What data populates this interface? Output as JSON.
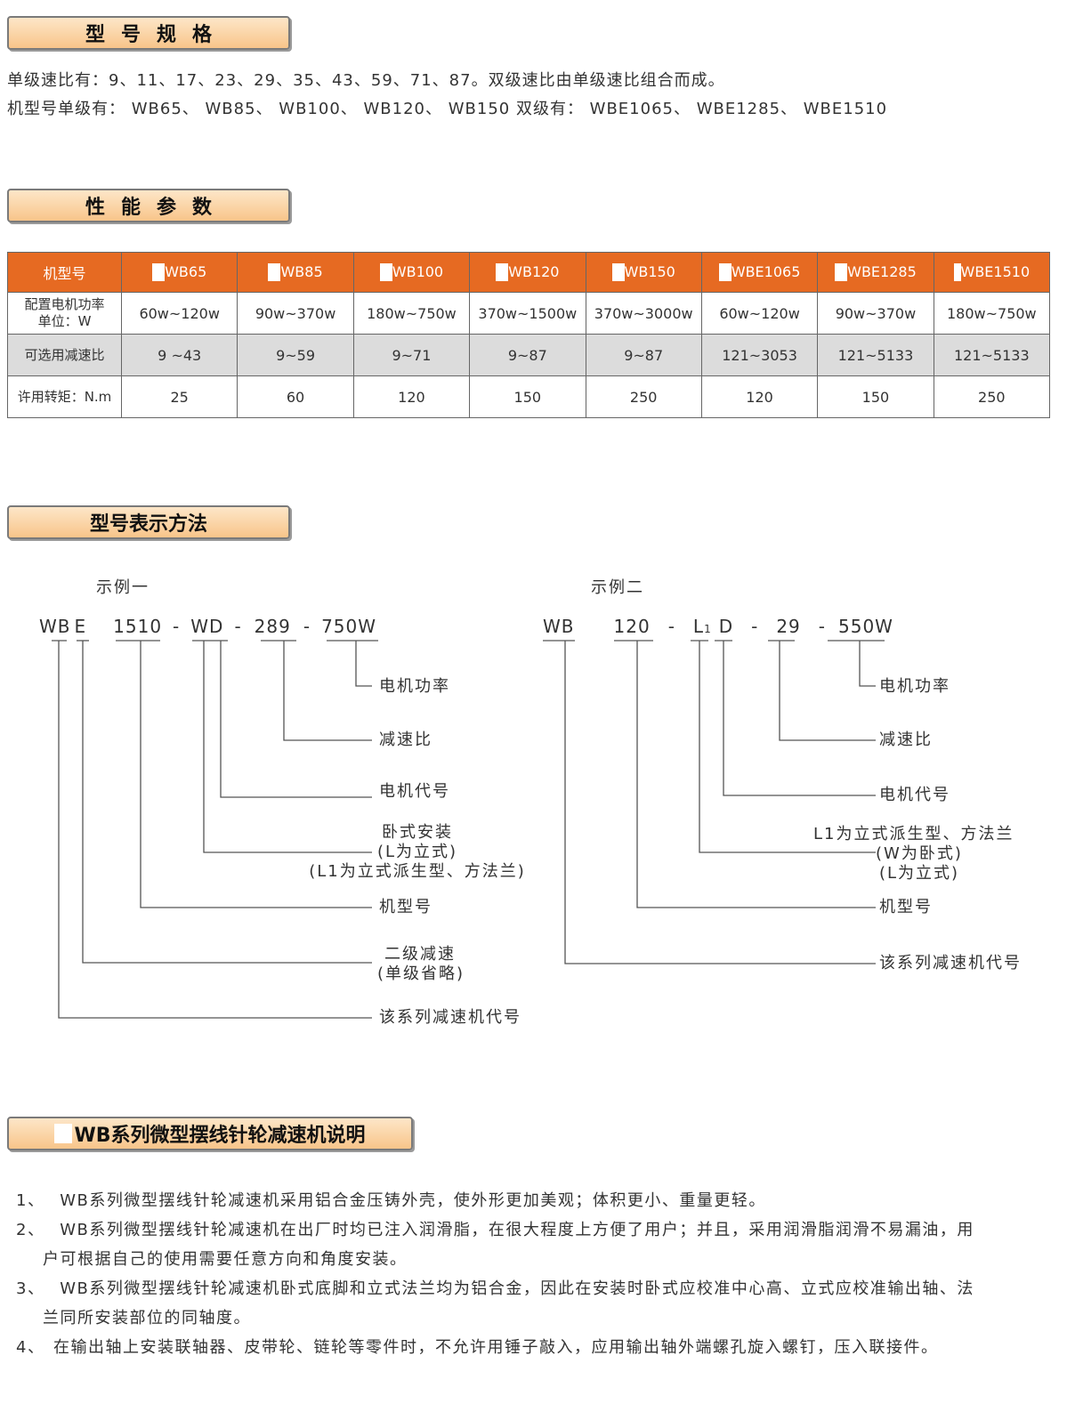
{
  "sections": {
    "spec": "型号规格",
    "perf": "性能参数",
    "model": "型号表示方法",
    "desc": "WB系列微型摆线针轮减速机说明"
  },
  "spec_lines": [
    "单级速比有：9、11、17、23、29、35、43、59、71、87。双级速比由单级速比组合而成。",
    "机型号单级有：  WB65、 WB85、  WB100、  WB120、  WB150  双级有：  WBE1065、  WBE1285、  WBE1510"
  ],
  "table": {
    "header_label": "机型号",
    "models": [
      "WB65",
      "WB85",
      "WB100",
      "WB120",
      "WB150",
      "WBE1065",
      "WBE1285",
      "WBE1510"
    ],
    "rows": [
      {
        "label_1": "配置电机功率",
        "label_2": "单位：W",
        "values": [
          "60w~120w",
          "90w~370w",
          "180w~750w",
          "370w~1500w",
          "370w~3000w",
          "60w~120w",
          "90w~370w",
          "180w~750w"
        ]
      },
      {
        "label_1": "可选用减速比",
        "label_2": "",
        "values": [
          "9 ~43",
          "9~59",
          "9~71",
          "9~87",
          "9~87",
          "121~3053",
          "121~5133",
          "121~5133"
        ]
      },
      {
        "label_1": "许用转矩：N.m",
        "label_2": "",
        "values": [
          "25",
          "60",
          "120",
          "150",
          "250",
          "120",
          "150",
          "250"
        ]
      }
    ]
  },
  "example1": {
    "title": "示例一",
    "code": [
      "WB",
      "E",
      "1510",
      "-",
      "WD",
      "-",
      "289",
      "-",
      "750W"
    ],
    "labels": {
      "power": "电机功率",
      "ratio": "减速比",
      "motor": "电机代号",
      "mount_1": "卧式安装",
      "mount_2": "(L为立式)",
      "mount_3": "(L1为立式派生型、方法兰)",
      "frame": "机型号",
      "stage_1": "二级减速",
      "stage_2": "(单级省略)",
      "series": "该系列减速机代号"
    }
  },
  "example2": {
    "title": "示例二",
    "code": [
      "WB",
      "120",
      "-",
      "L",
      "1",
      "D",
      "-",
      "29",
      "-",
      "550W"
    ],
    "labels": {
      "power": "电机功率",
      "ratio": "减速比",
      "motor": "电机代号",
      "mount_1": "L1为立式派生型、方法兰",
      "mount_2": "(W为卧式)",
      "mount_3": "(L为立式)",
      "frame": "机型号",
      "series": "该系列减速机代号"
    }
  },
  "notes": [
    {
      "num": "1、",
      "text": " WB系列微型摆线针轮减速机采用铝合金压铸外壳，使外形更加美观；体积更小、重量更轻。",
      "cont": ""
    },
    {
      "num": "2、",
      "text": " WB系列微型摆线针轮减速机在出厂时均已注入润滑脂，在很大程度上方便了用户；并且，采用润滑脂润滑不易漏油，用",
      "cont": "户可根据自己的使用需要任意方向和角度安装。"
    },
    {
      "num": "3、",
      "text": " WB系列微型摆线针轮减速机卧式底脚和立式法兰均为铝合金，因此在安装时卧式应校准中心高、立式应校准输出轴、法",
      "cont": "兰同所安装部位的同轴度。"
    },
    {
      "num": "4、",
      "text": "在输出轴上安装联轴器、皮带轮、链轮等零件时，不允许用锤子敲入，应用输出轴外端螺孔旋入螺钉，压入联接件。",
      "cont": ""
    }
  ],
  "colors": {
    "accent": "#e66a22",
    "header_bg": "#f8c58a",
    "row_gray": "#dcdcdc"
  }
}
